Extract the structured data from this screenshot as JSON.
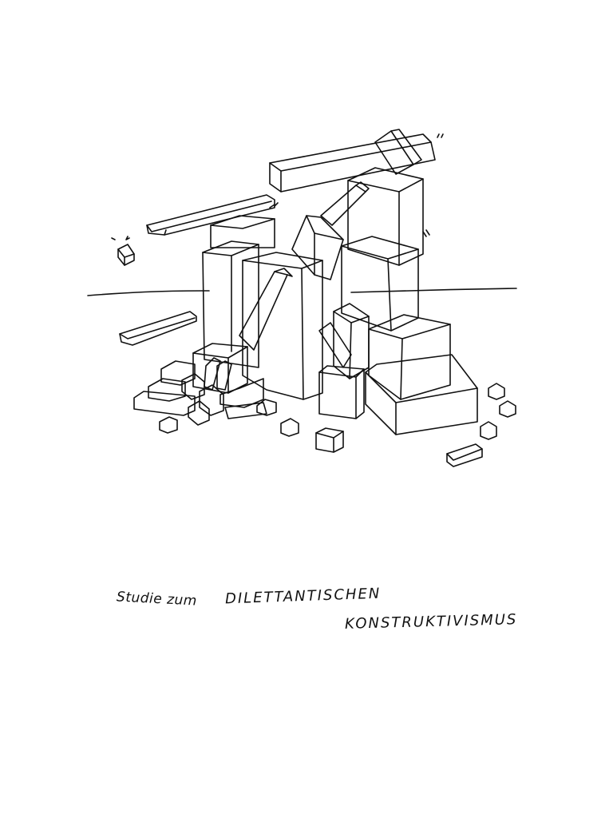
{
  "caption": {
    "line1_prefix": "Studie zum",
    "line1_main": "DILETTANTISCHEN",
    "line2": "KONSTRUKTIVISMUS"
  },
  "colors": {
    "background": "#ffffff",
    "ink": "#111111"
  }
}
